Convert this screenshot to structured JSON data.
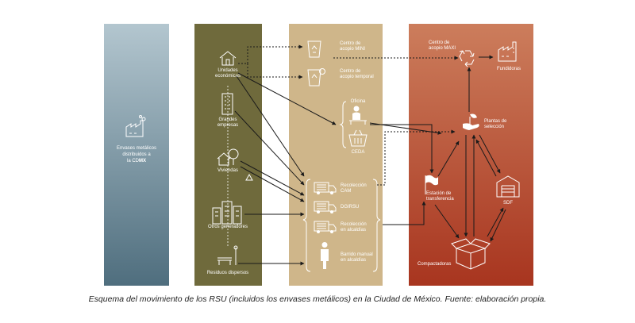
{
  "colors": {
    "panel1_top": "#b3c6cf",
    "panel1_bottom": "#4f6e7e",
    "panel2": "#6f6a3c",
    "panel3": "#cfb68a",
    "panel4_top": "#cc7d5c",
    "panel4_bottom": "#a8351f",
    "arrow": "#1a1a1a"
  },
  "source": {
    "line1": "Envases metálicos",
    "line2": "distribuidos a",
    "line3_prefix": "la CD",
    "line3_bold": "MX"
  },
  "generators": {
    "unidades_1": "Unidades",
    "unidades_2": "económicas",
    "grandes_1": "Grandes",
    "grandes_2": "empresas",
    "viviendas": "Viviendas",
    "otros": "Otros generadores",
    "residuos": "Residuos dispersos"
  },
  "collection": {
    "acopio_mini_1": "Centro de",
    "acopio_mini_2": "acopio MINI",
    "acopio_temp_1": "Centro de",
    "acopio_temp_2": "acopio temporal",
    "oficina": "Oficina",
    "ceda": "CEDA",
    "recoleccion_cam_1": "Recolección",
    "recoleccion_cam_2": "CAM",
    "dgirsu": "DGIRSU",
    "recoleccion_alc_1": "Recolección",
    "recoleccion_alc_2": "en alcaldías",
    "barrido_1": "Barrido manual",
    "barrido_2": "en alcaldías"
  },
  "processing": {
    "acopio_maxi_1": "Centro de",
    "acopio_maxi_2": "acopio MAXI",
    "fundidoras": "Fundidoras",
    "plantas_1": "Plantas de",
    "plantas_2": "selección",
    "estacion_1": "Estación de",
    "estacion_2": "transferencia",
    "sdf": "SDF",
    "compactadoras": "Compactadoras"
  },
  "caption": "Esquema del movimiento de los RSU (incluidos los envases metálicos) en la Ciudad de México. Fuente: elaboración propia.",
  "icons": [
    "factory-icon",
    "house-icon",
    "building-icon",
    "tree-house-icon",
    "buildings-icon",
    "bench-icon",
    "recycle-bin-icon",
    "recycle-clock-bin-icon",
    "office-worker-icon",
    "basket-icon",
    "truck-icon",
    "person-icon",
    "recycle-icon",
    "hand-plant-icon",
    "flag-icon",
    "warehouse-icon",
    "box-icon"
  ]
}
